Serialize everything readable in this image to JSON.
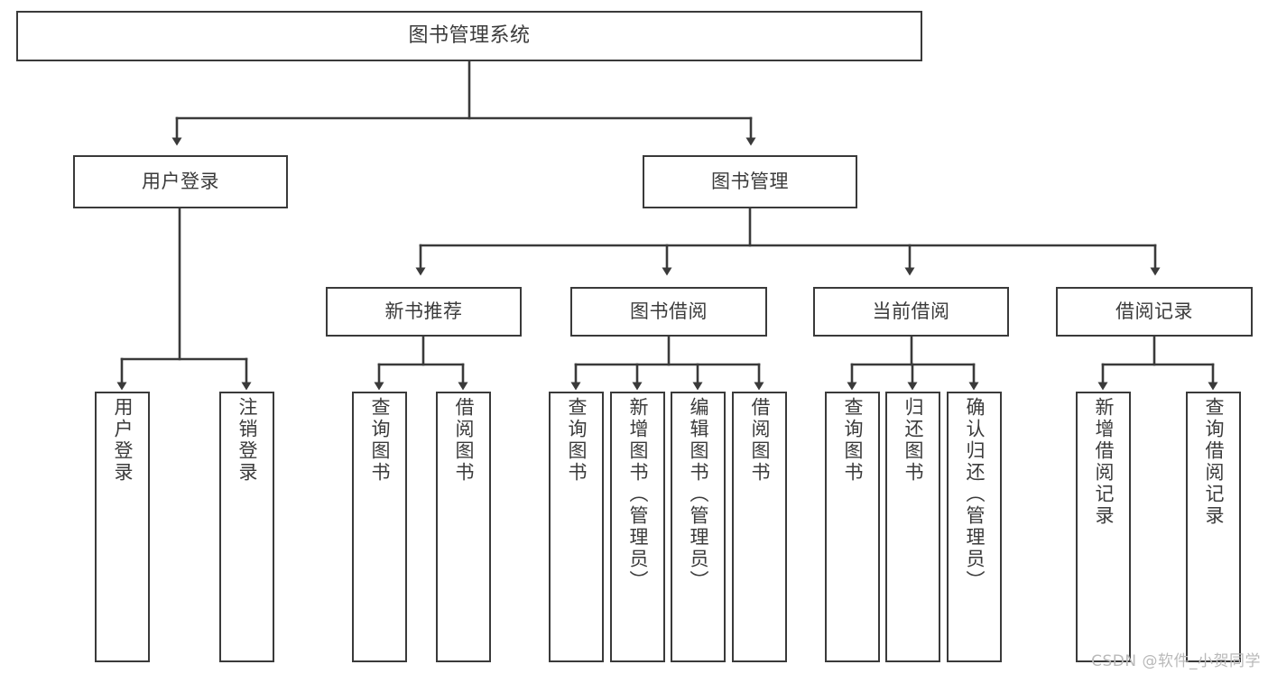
{
  "diagram": {
    "title": "图书管理系统",
    "type": "tree-hierarchy-chart",
    "root": {
      "id": "root",
      "label": "图书管理系统"
    },
    "level1": [
      {
        "id": "user-login",
        "label": "用户登录"
      },
      {
        "id": "book-manage",
        "label": "图书管理"
      }
    ],
    "level2": [
      {
        "id": "new-book-rec",
        "label": "新书推荐",
        "parent": "book-manage"
      },
      {
        "id": "book-borrow",
        "label": "图书借阅",
        "parent": "book-manage"
      },
      {
        "id": "current-borrow",
        "label": "当前借阅",
        "parent": "book-manage"
      },
      {
        "id": "borrow-record",
        "label": "借阅记录",
        "parent": "book-manage"
      }
    ],
    "leaves": [
      {
        "id": "leaf-user-login",
        "label": "用户登录",
        "parent": "user-login"
      },
      {
        "id": "leaf-logout",
        "label": "注销登录",
        "parent": "user-login"
      },
      {
        "id": "leaf-query-book-1",
        "label": "查询图书",
        "parent": "new-book-rec"
      },
      {
        "id": "leaf-borrow-book-1",
        "label": "借阅图书",
        "parent": "new-book-rec"
      },
      {
        "id": "leaf-query-book-2",
        "label": "查询图书",
        "parent": "book-borrow"
      },
      {
        "id": "leaf-add-book",
        "label": "新增图书（管理员）",
        "parent": "book-borrow"
      },
      {
        "id": "leaf-edit-book",
        "label": "编辑图书（管理员）",
        "parent": "book-borrow"
      },
      {
        "id": "leaf-borrow-book-2",
        "label": "借阅图书",
        "parent": "book-borrow"
      },
      {
        "id": "leaf-query-book-3",
        "label": "查询图书",
        "parent": "current-borrow"
      },
      {
        "id": "leaf-return-book",
        "label": "归还图书",
        "parent": "current-borrow"
      },
      {
        "id": "leaf-confirm-return",
        "label": "确认归还（管理员）",
        "parent": "current-borrow"
      },
      {
        "id": "leaf-add-record",
        "label": "新增借阅记录",
        "parent": "borrow-record"
      },
      {
        "id": "leaf-query-record",
        "label": "查询借阅记录",
        "parent": "borrow-record"
      }
    ],
    "colors": {
      "stroke": "#3a3a3a",
      "fill": "#ffffff",
      "text": "#3b3b3b",
      "watermark": "#b9b9b9"
    }
  },
  "watermark": {
    "text": "CSDN @软件_小贺同学"
  }
}
